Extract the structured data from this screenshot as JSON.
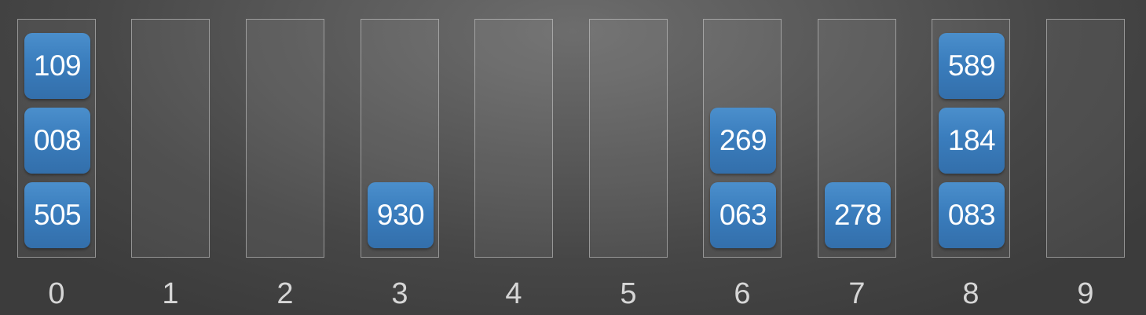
{
  "buckets": [
    {
      "label": "0",
      "items": [
        "505",
        "008",
        "109"
      ]
    },
    {
      "label": "1",
      "items": []
    },
    {
      "label": "2",
      "items": []
    },
    {
      "label": "3",
      "items": [
        "930"
      ]
    },
    {
      "label": "4",
      "items": []
    },
    {
      "label": "5",
      "items": []
    },
    {
      "label": "6",
      "items": [
        "063",
        "269"
      ]
    },
    {
      "label": "7",
      "items": [
        "278"
      ]
    },
    {
      "label": "8",
      "items": [
        "083",
        "184",
        "589"
      ]
    },
    {
      "label": "9",
      "items": []
    }
  ],
  "colors": {
    "tile": "#3a7dbd",
    "tile_text": "#ffffff",
    "bucket_border": "#d2d2d2",
    "label_text": "#d6d6d6",
    "background": "#555555"
  }
}
